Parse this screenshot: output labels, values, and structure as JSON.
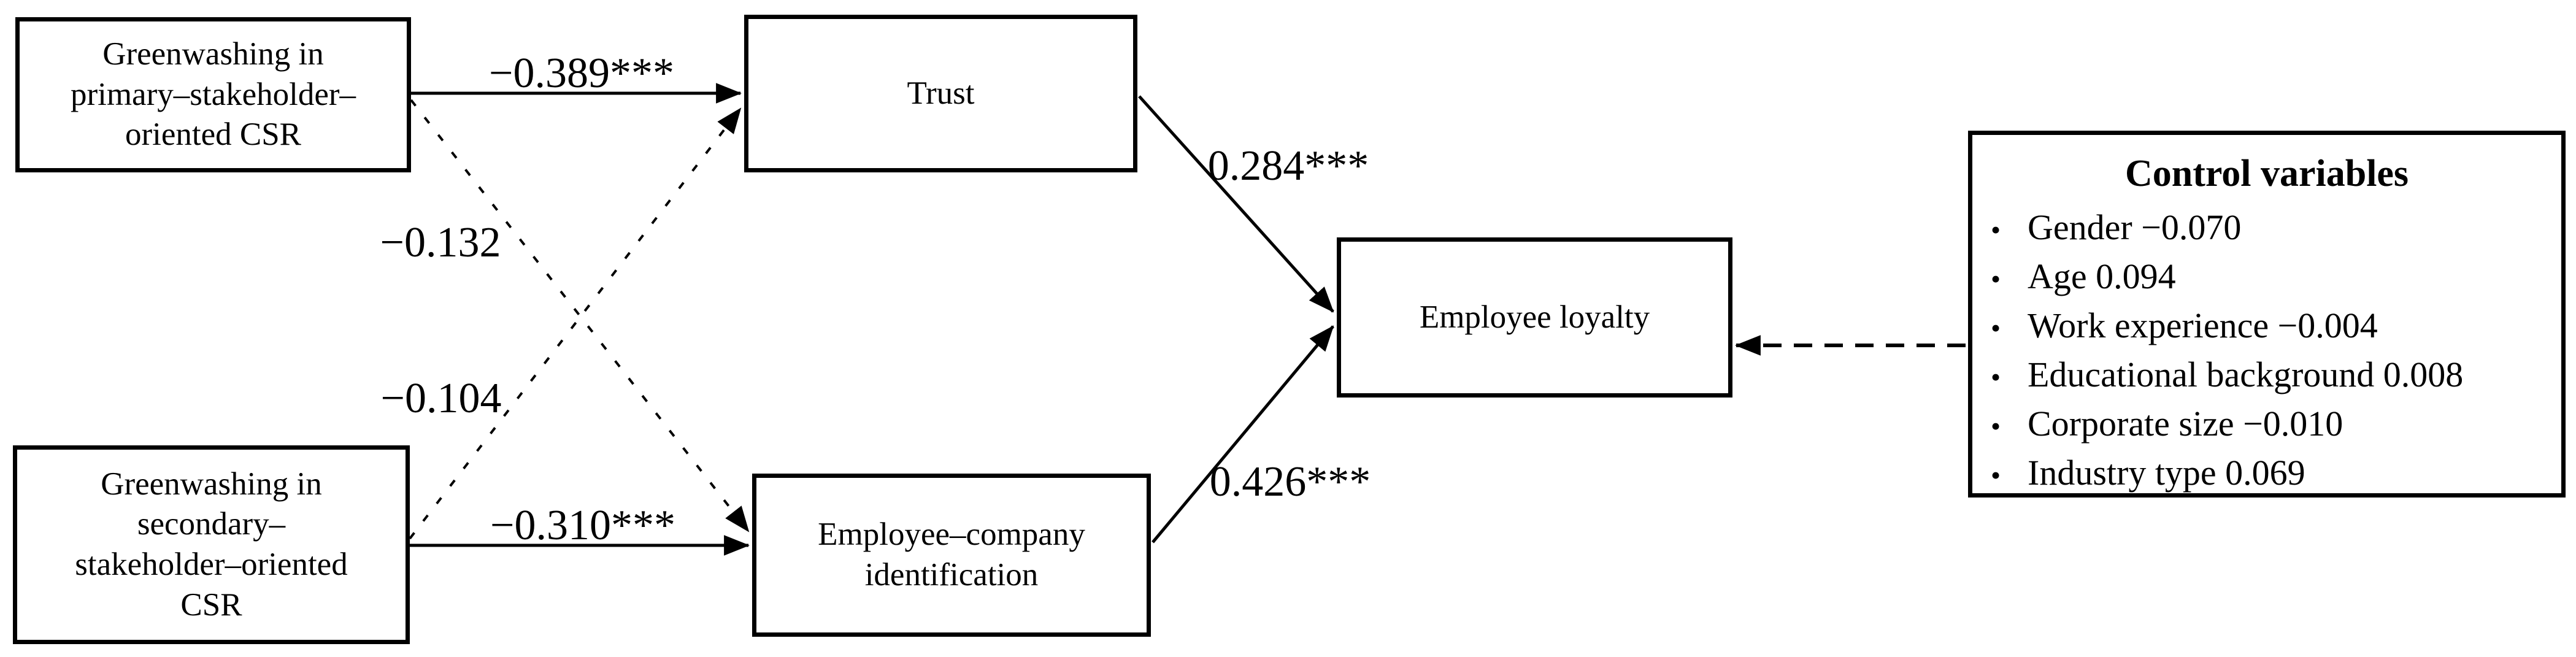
{
  "diagram": {
    "boxes": {
      "gw_primary": {
        "lines": [
          "Greenwashing in",
          "primary–stakeholder–",
          "oriented CSR"
        ]
      },
      "gw_secondary": {
        "lines": [
          "Greenwashing in",
          "secondary–",
          "stakeholder–oriented",
          "CSR"
        ]
      },
      "trust": {
        "label": "Trust"
      },
      "identification": {
        "lines": [
          "Employee–company",
          "identification"
        ]
      },
      "loyalty": {
        "label": "Employee loyalty"
      }
    },
    "paths": [
      {
        "from": "gw_primary",
        "to": "trust",
        "coefficient": "−0.389***",
        "style": "solid"
      },
      {
        "from": "gw_primary",
        "to": "identification",
        "coefficient": "−0.132",
        "style": "dashed"
      },
      {
        "from": "gw_secondary",
        "to": "trust",
        "coefficient": "−0.104",
        "style": "dashed"
      },
      {
        "from": "gw_secondary",
        "to": "identification",
        "coefficient": "−0.310***",
        "style": "solid"
      },
      {
        "from": "trust",
        "to": "loyalty",
        "coefficient": "0.284***",
        "style": "solid"
      },
      {
        "from": "identification",
        "to": "loyalty",
        "coefficient": "0.426***",
        "style": "solid"
      },
      {
        "from": "control_variables",
        "to": "loyalty",
        "coefficient": "",
        "style": "dashed"
      }
    ],
    "control_box": {
      "title": "Control variables",
      "items": [
        "Gender −0.070",
        "Age 0.094",
        "Work experience −0.004",
        "Educational background 0.008",
        "Corporate size −0.010",
        "Industry type 0.069"
      ]
    },
    "icons": {
      "bullet": "•"
    },
    "colors": {
      "background": "#ffffff",
      "line": "#000000",
      "text": "#000000",
      "box_border": "#000000"
    }
  }
}
